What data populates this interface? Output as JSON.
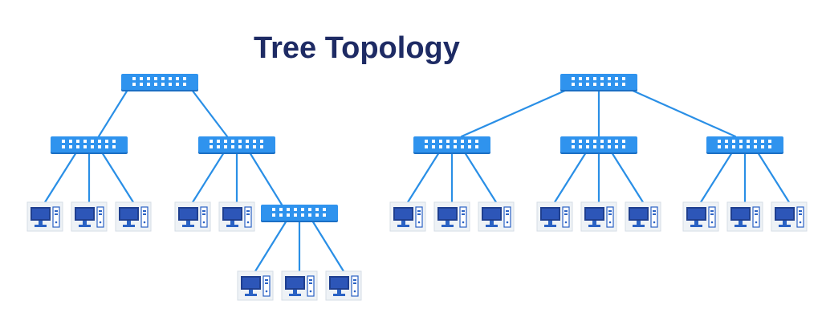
{
  "title": "Tree Topology",
  "colors": {
    "title": "#1e2b64",
    "link": "#2a8fe6",
    "switch_fill": "#2f93ee",
    "switch_dark": "#1b6fc4",
    "port": "#ffffff",
    "pc_body": "#eef2f6",
    "pc_screen": "#1f3f8f",
    "pc_stand": "#2a62c4"
  },
  "icons": {
    "switch": "network-switch-icon",
    "computer": "desktop-computer-icon"
  },
  "trees": [
    {
      "name": "left-tree",
      "root": {
        "type": "switch",
        "children": [
          {
            "type": "switch",
            "children": [
              {
                "type": "computer"
              },
              {
                "type": "computer"
              },
              {
                "type": "computer"
              }
            ]
          },
          {
            "type": "switch",
            "children": [
              {
                "type": "computer"
              },
              {
                "type": "computer"
              },
              {
                "type": "switch",
                "children": [
                  {
                    "type": "computer"
                  },
                  {
                    "type": "computer"
                  },
                  {
                    "type": "computer"
                  }
                ]
              }
            ]
          }
        ]
      }
    },
    {
      "name": "right-tree",
      "root": {
        "type": "switch",
        "children": [
          {
            "type": "switch",
            "children": [
              {
                "type": "computer"
              },
              {
                "type": "computer"
              },
              {
                "type": "computer"
              }
            ]
          },
          {
            "type": "switch",
            "children": [
              {
                "type": "computer"
              },
              {
                "type": "computer"
              },
              {
                "type": "computer"
              }
            ]
          },
          {
            "type": "switch",
            "children": [
              {
                "type": "computer"
              },
              {
                "type": "computer"
              },
              {
                "type": "computer"
              }
            ]
          }
        ]
      }
    }
  ]
}
